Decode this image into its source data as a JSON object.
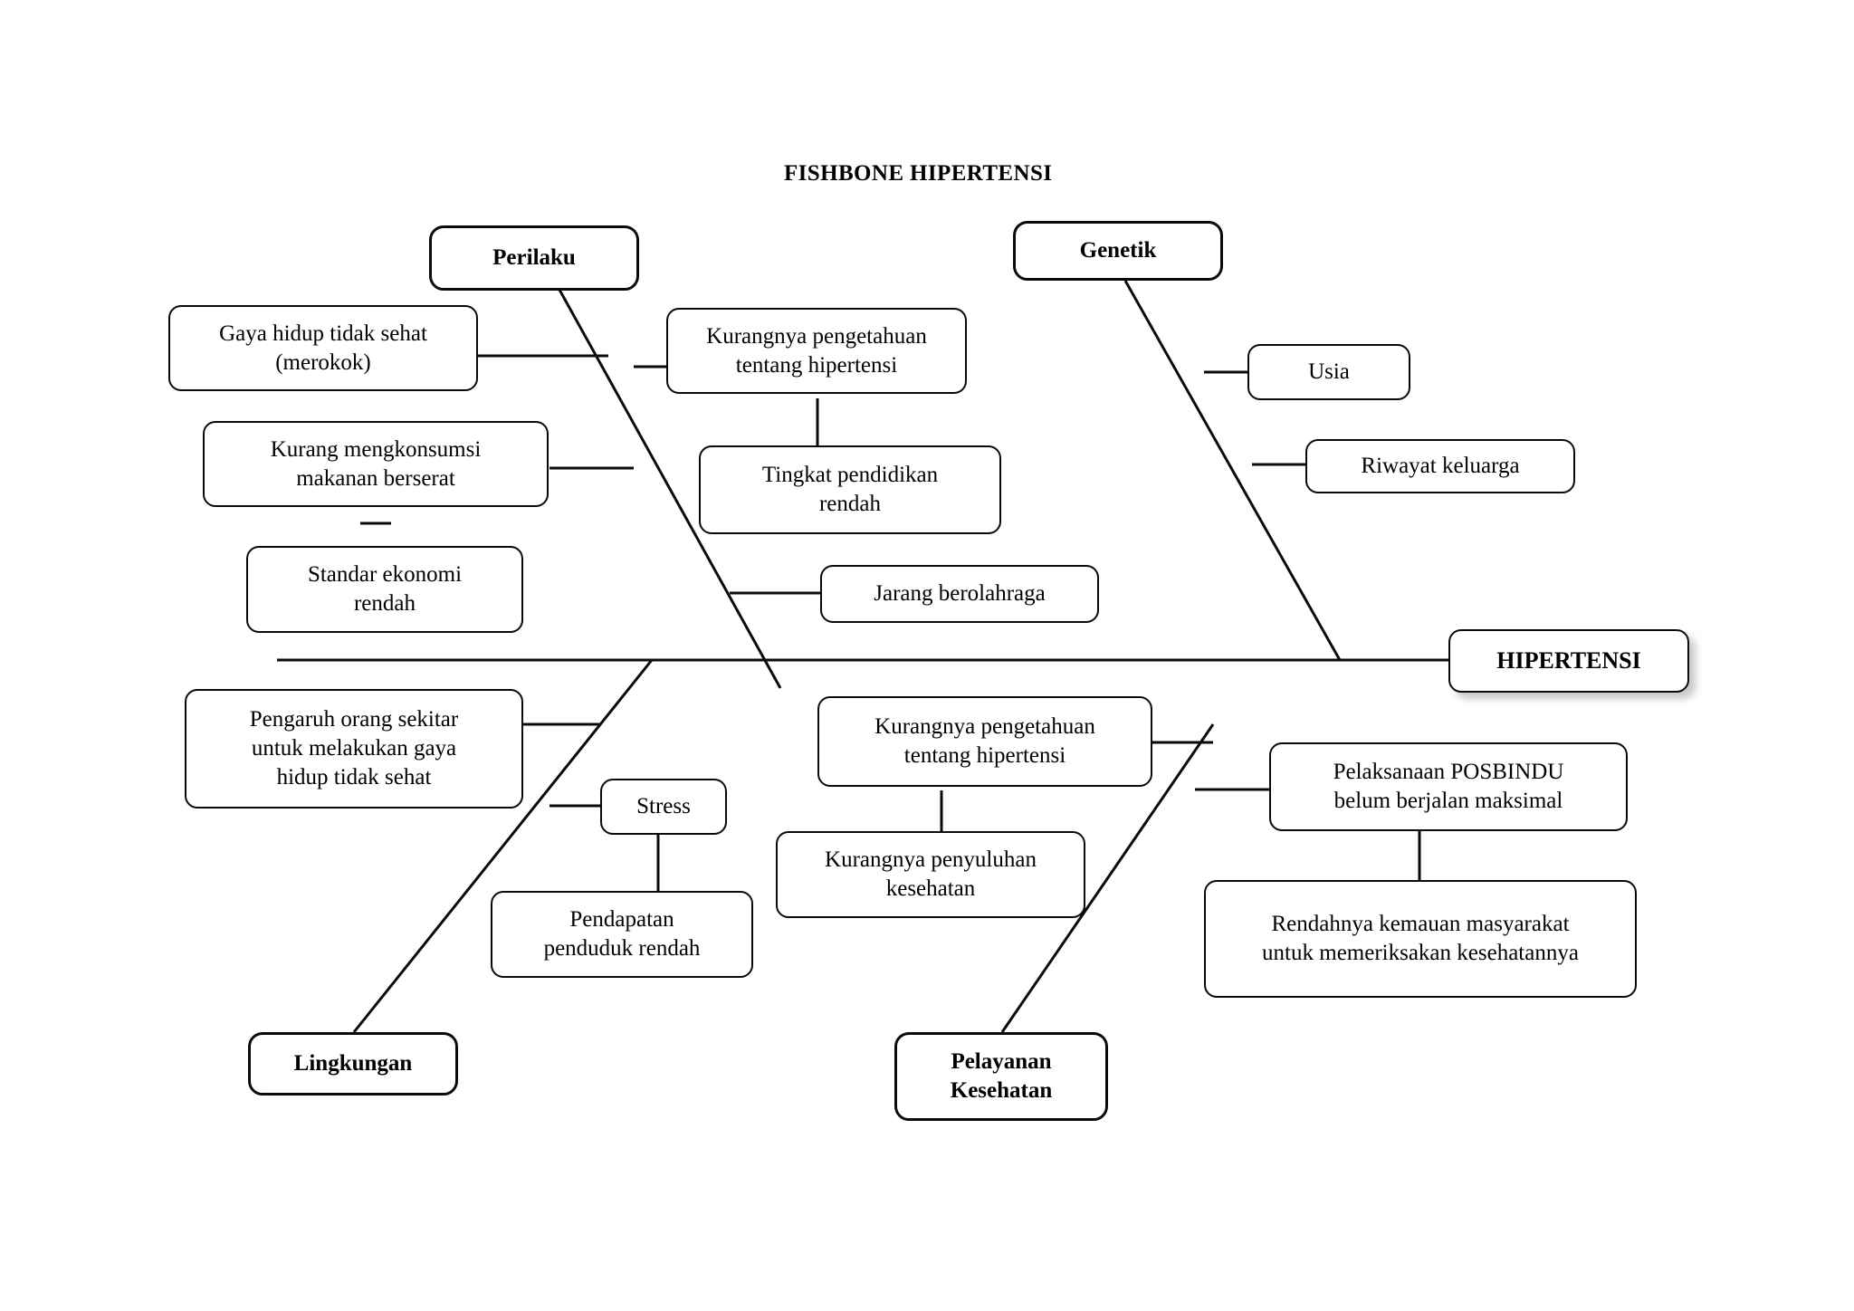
{
  "diagram": {
    "title": "FISHBONE HIPERTENSI",
    "type": "fishbone",
    "effect": "HIPERTENSI",
    "categories": [
      {
        "id": "perilaku",
        "label": "Perilaku",
        "position": "top-left",
        "causes": [
          "Gaya hidup tidak sehat (merokok)",
          "Kurang mengkonsumsi makanan berserat",
          "Standar ekonomi rendah"
        ]
      },
      {
        "id": "genetik",
        "label": "Genetik",
        "position": "top-right",
        "causes": [
          "Usia",
          "Riwayat keluarga"
        ]
      },
      {
        "id": "lingkungan",
        "label": "Lingkungan",
        "position": "bottom-left",
        "causes": [
          "Pengaruh orang sekitar untuk melakukan gaya hidup tidak sehat",
          "Stress",
          "Pendapatan penduduk rendah"
        ]
      },
      {
        "id": "pelayanan-kesehatan",
        "label": "Pelayanan Kesehatan",
        "position": "bottom-right",
        "causes": [
          "Kurangnya pengetahuan tentang hipertensi",
          "Kurangnya penyuluhan kesehatan",
          "Pelaksanaan POSBINDU belum berjalan maksimal",
          "Rendahnya kemauan masyarakat untuk memeriksakan kesehatannya"
        ]
      }
    ],
    "nodes": {
      "perilaku_label": {
        "text": "Perilaku"
      },
      "genetik_label": {
        "text": "Genetik"
      },
      "lingkungan_label": {
        "text": "Lingkungan"
      },
      "pelayanan_label_line1": {
        "text": "Pelayanan"
      },
      "pelayanan_label_line2": {
        "text": "Kesehatan"
      },
      "gaya_hidup_line1": {
        "text": "Gaya hidup tidak sehat"
      },
      "gaya_hidup_line2": {
        "text": "(merokok)"
      },
      "kurang_serat_line1": {
        "text": "Kurang mengkonsumsi"
      },
      "kurang_serat_line2": {
        "text": "makanan berserat"
      },
      "standar_ekonomi_line1": {
        "text": "Standar ekonomi"
      },
      "standar_ekonomi_line2": {
        "text": "rendah"
      },
      "pengetahuan_atas_line1": {
        "text": "Kurangnya pengetahuan"
      },
      "pengetahuan_atas_line2": {
        "text": "tentang hipertensi"
      },
      "pendidikan_line1": {
        "text": "Tingkat pendidikan"
      },
      "pendidikan_line2": {
        "text": "rendah"
      },
      "olahraga": {
        "text": "Jarang berolahraga"
      },
      "usia": {
        "text": "Usia"
      },
      "riwayat": {
        "text": "Riwayat keluarga"
      },
      "pengaruh_line1": {
        "text": "Pengaruh orang sekitar"
      },
      "pengaruh_line2": {
        "text": "untuk melakukan gaya"
      },
      "pengaruh_line3": {
        "text": "hidup tidak sehat"
      },
      "stress": {
        "text": "Stress"
      },
      "pendapatan_line1": {
        "text": "Pendapatan"
      },
      "pendapatan_line2": {
        "text": "penduduk rendah"
      },
      "pengetahuan_bawah_line1": {
        "text": "Kurangnya pengetahuan"
      },
      "pengetahuan_bawah_line2": {
        "text": "tentang hipertensi"
      },
      "penyuluhan_line1": {
        "text": "Kurangnya penyuluhan"
      },
      "penyuluhan_line2": {
        "text": "kesehatan"
      },
      "posbindu_line1": {
        "text": "Pelaksanaan POSBINDU"
      },
      "posbindu_line2": {
        "text": "belum berjalan maksimal"
      },
      "rendahnya_line1": {
        "text": "Rendahnya kemauan masyarakat"
      },
      "rendahnya_line2": {
        "text": "untuk memeriksakan kesehatannya"
      },
      "effect_label": {
        "text": "HIPERTENSI"
      }
    },
    "colors": {
      "line": "#0a0a0a",
      "box_border": "#0a0a0a",
      "background": "#ffffff",
      "text": "#000000"
    }
  }
}
